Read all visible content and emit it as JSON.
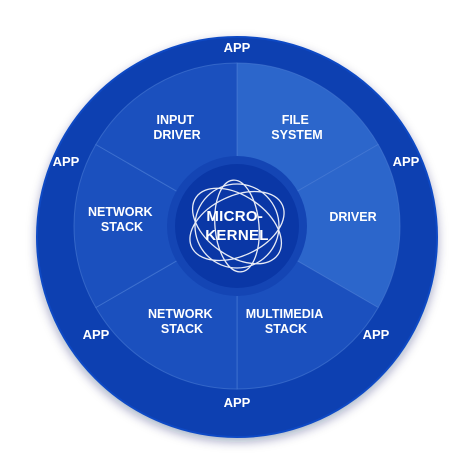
{
  "colors": {
    "outer_ring": "#0a3fb1",
    "outer_ring_edge": "#0c48c4",
    "segment_light": "#2c66cb",
    "segment_dark": "#1b50be",
    "segment_divider": "#4e80d7",
    "core": "#0a37a6",
    "core_ring": "#1445b4",
    "orbit": "#ffffff",
    "text": "#ffffff"
  },
  "apps": [
    {
      "label": "APP"
    },
    {
      "label": "APP"
    },
    {
      "label": "APP"
    },
    {
      "label": "APP"
    },
    {
      "label": "APP"
    },
    {
      "label": "APP"
    }
  ],
  "segments": [
    {
      "line1": "INPUT",
      "line2": "DRIVER"
    },
    {
      "line1": "FILE",
      "line2": "SYSTEM"
    },
    {
      "line1": "DRIVER",
      "line2": ""
    },
    {
      "line1": "MULTIMEDIA",
      "line2": "STACK"
    },
    {
      "line1": "NETWORK",
      "line2": "STACK"
    },
    {
      "line1": "NETWORK",
      "line2": "STACK"
    }
  ],
  "core": {
    "line1": "MICRO-",
    "line2": "KERNEL",
    "icon": "atom-orbit-icon"
  }
}
